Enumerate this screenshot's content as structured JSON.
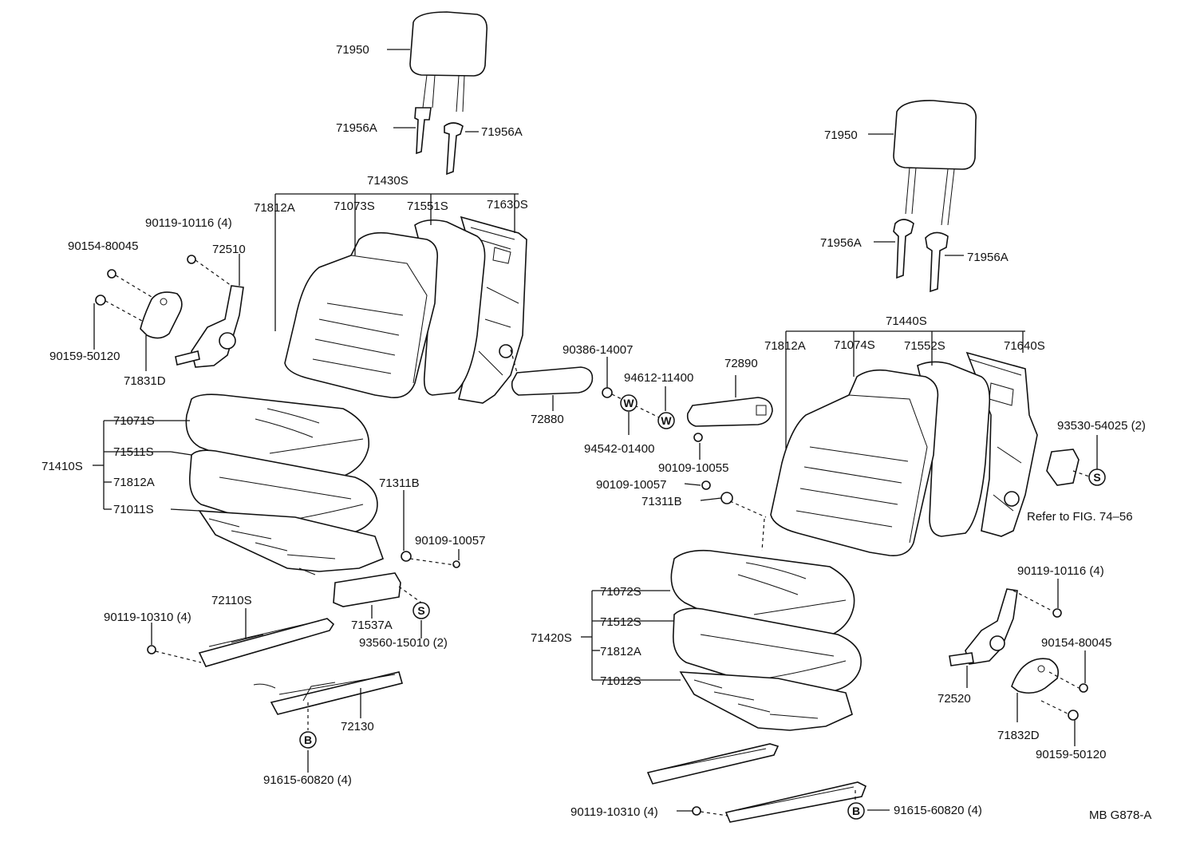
{
  "labels": {
    "l_71950": "71950",
    "l_71956A_l1": "71956A",
    "l_71956A_l2": "71956A",
    "l_71430S": "71430S",
    "l_71812A_l": "71812A",
    "l_71073S": "71073S",
    "l_71551S": "71551S",
    "l_71630S": "71630S",
    "l_90119_10116_l": "90119-10116 (4)",
    "l_90154_80045_l": "90154-80045",
    "l_72510": "72510",
    "l_90159_50120_l": "90159-50120",
    "l_71831D": "71831D",
    "l_71071S": "71071S",
    "l_71511S": "71511S",
    "l_71410S": "71410S",
    "l_71812A_l2": "71812A",
    "l_71011S": "71011S",
    "l_71311B_l": "71311B",
    "l_90109_10057_l": "90109-10057",
    "l_72110S": "72110S",
    "l_90119_10310_l": "90119-10310 (4)",
    "l_71537A": "71537A",
    "l_93560_15010": "93560-15010 (2)",
    "l_72130": "72130",
    "l_91615_60820_l": "91615-60820 (4)",
    "l_90386_14007": "90386-14007",
    "l_94612_11400": "94612-11400",
    "l_72890": "72890",
    "l_72880": "72880",
    "l_94542_01400": "94542-01400",
    "l_90109_10055": "90109-10055",
    "l_90109_10057_r": "90109-10057",
    "l_71311B_r": "71311B",
    "l_71950_r": "71950",
    "l_71956A_r1": "71956A",
    "l_71956A_r2": "71956A",
    "l_71440S": "71440S",
    "l_71812A_r": "71812A",
    "l_71074S": "71074S",
    "l_71552S": "71552S",
    "l_71640S": "71640S",
    "l_93530_54025": "93530-54025 (2)",
    "l_refer": "Refer to FIG. 74–56",
    "l_71072S": "71072S",
    "l_71512S": "71512S",
    "l_71420S": "71420S",
    "l_71812A_r2": "71812A",
    "l_71012S": "71012S",
    "l_90119_10116_r": "90119-10116 (4)",
    "l_90154_80045_r": "90154-80045",
    "l_72520": "72520",
    "l_71832D": "71832D",
    "l_90159_50120_r": "90159-50120",
    "l_90119_10310_r": "90119-10310 (4)",
    "l_91615_60820_r": "91615-60820 (4)",
    "l_code": "MB G878-A"
  },
  "symbols": {
    "s_left": "S",
    "s_right": "S",
    "w_1": "W",
    "w_2": "W",
    "b_left": "B",
    "b_right": "B"
  }
}
